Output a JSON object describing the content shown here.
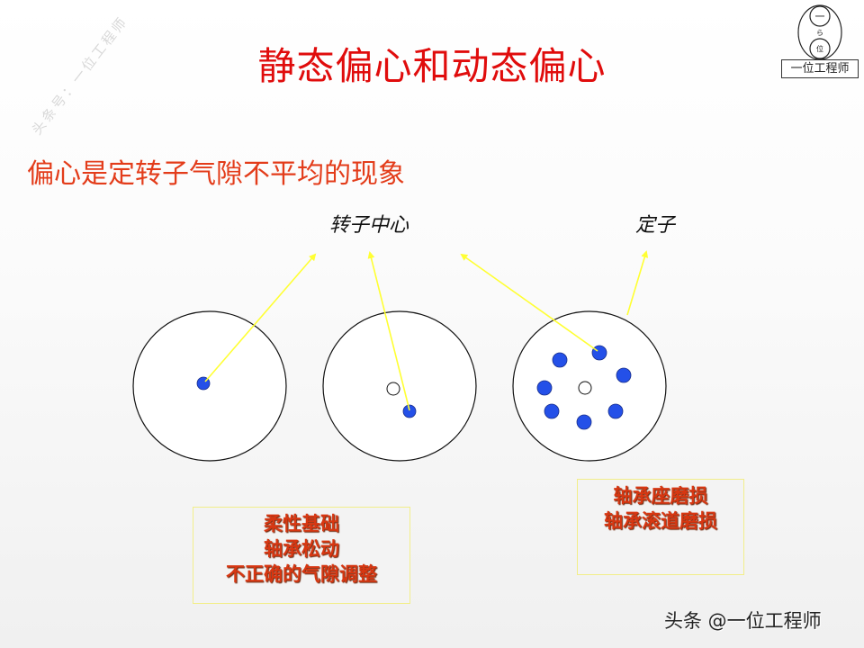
{
  "watermark": "头条号：一位工程师",
  "logo": {
    "top_char": "一",
    "middle_char": "ら",
    "bottom_char": "位",
    "label": "一位工程师"
  },
  "title": "静态偏心和动态偏心",
  "subtitle": "偏心是定转子气隙不平均的现象",
  "diagram": {
    "label_rotor_center": "转子中心",
    "label_stator": "定子",
    "colors": {
      "rotor_dot": "#2450e8",
      "arrow": "#ffff33",
      "outline": "#111111",
      "stator_fill": "#ffffff"
    }
  },
  "boxes": {
    "static_causes": [
      "柔性基础",
      "轴承松动",
      "不正确的气隙调整"
    ],
    "dynamic_causes": [
      "轴承座磨损",
      "轴承滚道磨损"
    ]
  },
  "footer": "头条 @一位工程师",
  "colors": {
    "title": "#e00c0c",
    "subtitle": "#e33c1a",
    "box_text": "#d73712",
    "box_border": "#f2ee8a"
  }
}
